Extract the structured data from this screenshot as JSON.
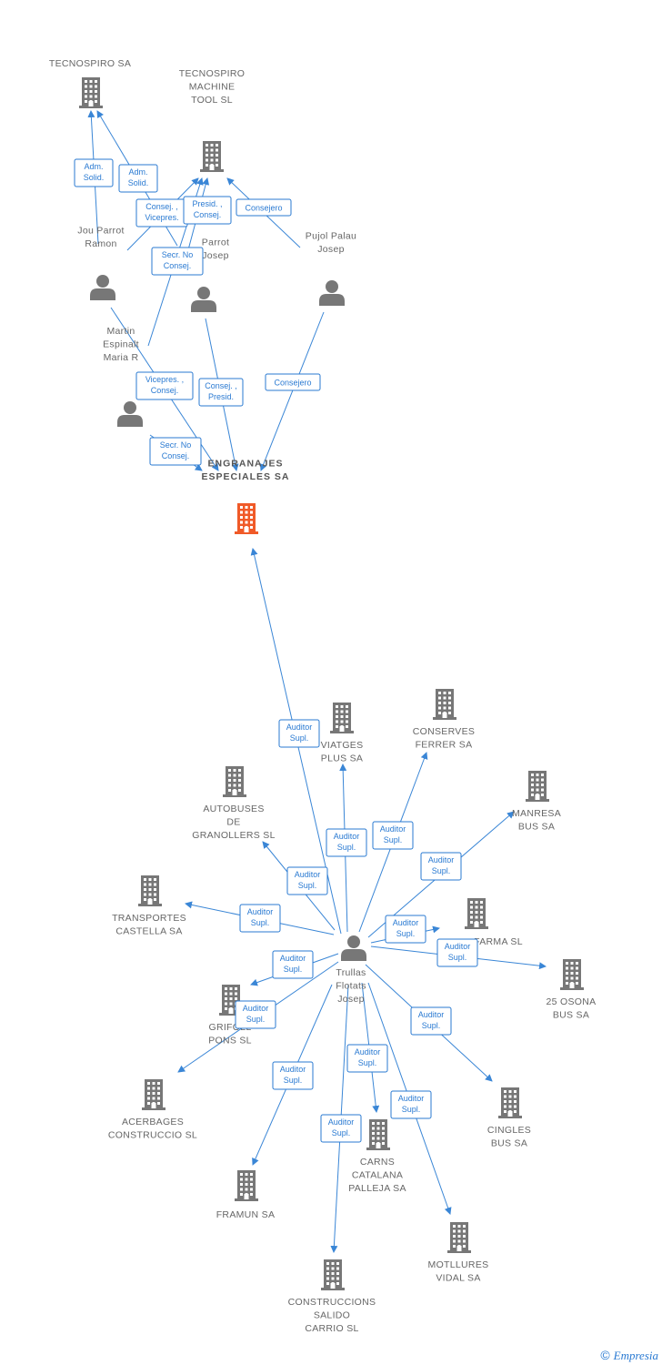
{
  "colors": {
    "edge": "#3a86d6",
    "company": "#777777",
    "focus_company": "#f05a28",
    "person": "#777777"
  },
  "nodes": [
    {
      "id": "tecnospiro",
      "type": "company",
      "icon": "building-icon",
      "label": [
        "TECNOSPIRO SA"
      ]
    },
    {
      "id": "tecnospiro_machine",
      "type": "company",
      "icon": "building-icon",
      "label": [
        "TECNOSPIRO",
        "MACHINE",
        "TOOL SL"
      ]
    },
    {
      "id": "jou_parrot",
      "type": "person",
      "icon": "person-icon",
      "label": [
        "Jou Parrot",
        "Ramon"
      ]
    },
    {
      "id": "parrot_josep",
      "type": "person",
      "icon": "person-icon",
      "label": [
        "Parrot",
        "Josep"
      ]
    },
    {
      "id": "pujol",
      "type": "person",
      "icon": "person-icon",
      "label": [
        "Pujol Palau",
        "Josep"
      ]
    },
    {
      "id": "martin",
      "type": "person",
      "icon": "person-icon",
      "label": [
        "Martin",
        "Espinalt",
        "Maria R"
      ]
    },
    {
      "id": "engranajes",
      "type": "focus",
      "icon": "building-icon",
      "label": [
        "ENGRANAJES",
        "ESPECIALES SA"
      ]
    },
    {
      "id": "trullas",
      "type": "person",
      "icon": "person-icon",
      "label": [
        "Trullas",
        "Flotats",
        "Josep"
      ]
    },
    {
      "id": "viatges",
      "type": "company",
      "icon": "building-icon",
      "label": [
        "VIATGES",
        "PLUS SA"
      ]
    },
    {
      "id": "conserves",
      "type": "company",
      "icon": "building-icon",
      "label": [
        "CONSERVES",
        "FERRER SA"
      ]
    },
    {
      "id": "manresa",
      "type": "company",
      "icon": "building-icon",
      "label": [
        "MANRESA",
        "BUS SA"
      ]
    },
    {
      "id": "autobuses",
      "type": "company",
      "icon": "building-icon",
      "label": [
        "AUTOBUSES",
        "DE",
        "GRANOLLERS SL"
      ]
    },
    {
      "id": "transportes",
      "type": "company",
      "icon": "building-icon",
      "label": [
        "TRANSPORTES",
        "CASTELLA SA"
      ]
    },
    {
      "id": "farma",
      "type": "company",
      "icon": "building-icon",
      "label": [
        "FARMA SL"
      ]
    },
    {
      "id": "osona",
      "type": "company",
      "icon": "building-icon",
      "label": [
        "25 OSONA",
        "BUS SA"
      ]
    },
    {
      "id": "grifoll",
      "type": "company",
      "icon": "building-icon",
      "label": [
        "GRIFOLL",
        "PONS SL"
      ]
    },
    {
      "id": "acerbages",
      "type": "company",
      "icon": "building-icon",
      "label": [
        "ACERBAGES",
        "CONSTRUCCIO SL"
      ]
    },
    {
      "id": "cingles",
      "type": "company",
      "icon": "building-icon",
      "label": [
        "CINGLES",
        "BUS SA"
      ]
    },
    {
      "id": "carns",
      "type": "company",
      "icon": "building-icon",
      "label": [
        "CARNS",
        "CATALANA",
        "PALLEJA SA"
      ]
    },
    {
      "id": "framun",
      "type": "company",
      "icon": "building-icon",
      "label": [
        "FRAMUN SA"
      ]
    },
    {
      "id": "motllures",
      "type": "company",
      "icon": "building-icon",
      "label": [
        "MOTLLURES",
        "VIDAL SA"
      ]
    },
    {
      "id": "construccions",
      "type": "company",
      "icon": "building-icon",
      "label": [
        "CONSTRUCCIONS",
        "SALIDO",
        "CARRIO SL"
      ]
    }
  ],
  "edges": [
    {
      "from": "jou_parrot",
      "to": "tecnospiro",
      "label": [
        "Adm.",
        "Solid."
      ]
    },
    {
      "from": "parrot_josep",
      "to": "tecnospiro",
      "label": [
        "Adm.",
        "Solid."
      ]
    },
    {
      "from": "jou_parrot",
      "to": "tecnospiro_machine",
      "label": [
        "Consej. ,",
        "Vicepres."
      ]
    },
    {
      "from": "parrot_josep",
      "to": "tecnospiro_machine",
      "label": [
        "Presid. ,",
        "Consej."
      ]
    },
    {
      "from": "pujol",
      "to": "tecnospiro_machine",
      "label": [
        "Consejero"
      ]
    },
    {
      "from": "martin",
      "to": "tecnospiro_machine",
      "label": [
        "Secr.  No",
        "Consej."
      ]
    },
    {
      "from": "jou_parrot",
      "to": "engranajes",
      "label": [
        "Vicepres. ,",
        "Consej."
      ]
    },
    {
      "from": "parrot_josep",
      "to": "engranajes",
      "label": [
        "Consej. ,",
        "Presid."
      ]
    },
    {
      "from": "pujol",
      "to": "engranajes",
      "label": [
        "Consejero"
      ]
    },
    {
      "from": "martin",
      "to": "engranajes",
      "label": [
        "Secr.  No",
        "Consej."
      ]
    },
    {
      "from": "trullas",
      "to": "engranajes",
      "label": [
        "Auditor",
        "Supl."
      ]
    },
    {
      "from": "trullas",
      "to": "viatges",
      "label": [
        "Auditor",
        "Supl."
      ]
    },
    {
      "from": "trullas",
      "to": "conserves",
      "label": [
        "Auditor",
        "Supl."
      ]
    },
    {
      "from": "trullas",
      "to": "manresa",
      "label": [
        "Auditor",
        "Supl."
      ]
    },
    {
      "from": "trullas",
      "to": "autobuses",
      "label": [
        "Auditor",
        "Supl."
      ]
    },
    {
      "from": "trullas",
      "to": "transportes",
      "label": [
        "Auditor",
        "Supl."
      ]
    },
    {
      "from": "trullas",
      "to": "farma",
      "label": [
        "Auditor",
        "Supl."
      ]
    },
    {
      "from": "trullas",
      "to": "osona",
      "label": [
        "Auditor",
        "Supl."
      ]
    },
    {
      "from": "trullas",
      "to": "grifoll",
      "label": [
        "Auditor",
        "Supl."
      ]
    },
    {
      "from": "trullas",
      "to": "acerbages",
      "label": [
        "Auditor",
        "Supl."
      ]
    },
    {
      "from": "trullas",
      "to": "cingles",
      "label": [
        "Auditor",
        "Supl."
      ]
    },
    {
      "from": "trullas",
      "to": "carns",
      "label": [
        "Auditor",
        "Supl."
      ]
    },
    {
      "from": "trullas",
      "to": "framun",
      "label": [
        "Auditor",
        "Supl."
      ]
    },
    {
      "from": "trullas",
      "to": "motllures",
      "label": [
        "Auditor",
        "Supl."
      ]
    },
    {
      "from": "trullas",
      "to": "construccions",
      "label": [
        "Auditor",
        "Supl."
      ]
    }
  ],
  "footer": {
    "copyright": "©",
    "brand": "Empresia"
  }
}
